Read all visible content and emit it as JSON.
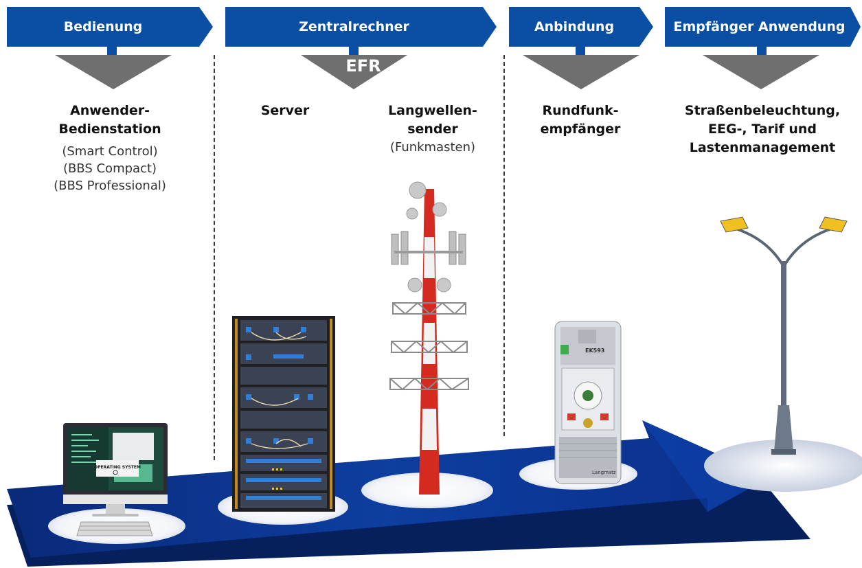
{
  "colors": {
    "header_blue": "#0a4fa3",
    "arrow_blue": "#0b2f8a",
    "tower_red": "#d42a1f",
    "triangle_gray": "#6f6f6f"
  },
  "headers": [
    {
      "label": "Bedienung"
    },
    {
      "label": "Zentralrechner"
    },
    {
      "label": "Anbindung"
    },
    {
      "label": "Empfänger Anwendung"
    }
  ],
  "efr_label": "EFR",
  "columns": {
    "bedienstation": {
      "line1": "Anwender-",
      "line2": "Bedienstation",
      "sub1": "(Smart Control)",
      "sub2": "(BBS Compact)",
      "sub3": "(BBS Professional)"
    },
    "server": {
      "label": "Server"
    },
    "sender": {
      "line1": "Langwellen-",
      "line2": "sender",
      "sub": "(Funkmasten)"
    },
    "empfaenger": {
      "line1": "Rundfunk-",
      "line2": "empfänger"
    },
    "anwendung": {
      "line1": "Straßenbeleuchtung,",
      "line2": "EEG-, Tarif und",
      "line3": "Lastenmanagement"
    }
  },
  "monitor": {
    "screen_text": "OPERATING SYSTEM"
  },
  "receiver": {
    "model": "EK593",
    "brand": "Langmatz"
  },
  "icons": [
    "computer-icon",
    "server-rack-icon",
    "radio-tower-icon",
    "radio-receiver-icon",
    "street-lamp-icon"
  ]
}
